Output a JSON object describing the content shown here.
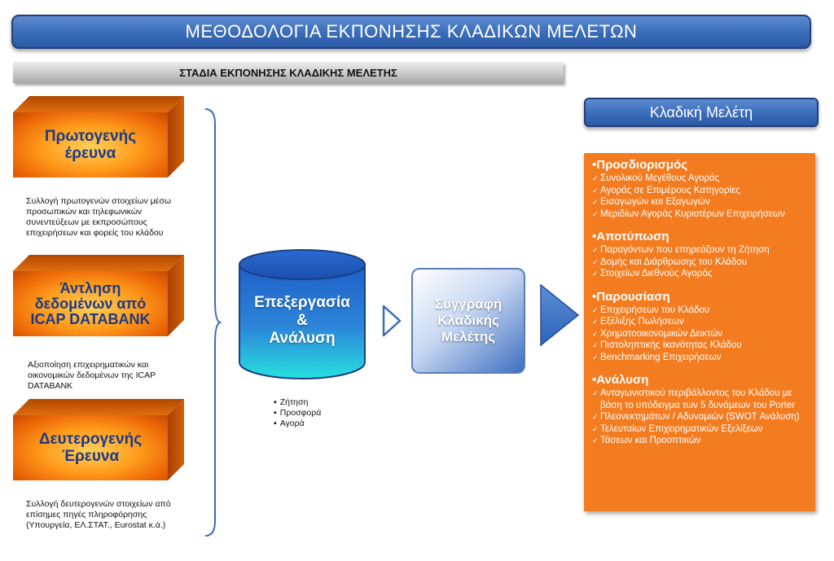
{
  "header": {
    "title": "ΜΕΘΟΔΟΛΟΓΙΑ ΕΚΠΟΝΗΣΗΣ ΚΛΑΔΙΚΩΝ ΜΕΛΕΤΩΝ",
    "stages": "ΣΤΑΔΙΑ ΕΚΠΟΝΗΣΗΣ ΚΛΑΔΙΚΗΣ ΜΕΛΕΤΗΣ"
  },
  "sources": [
    {
      "label": "Πρωτογενής έρευνα",
      "caption": "Συλλογή πρωτογενών στοιχείων μέσω προσωπικών και τηλεφωνικών συνεντεύξεων με εκπροσώπους επιχειρήσεων και φορείς του κλάδου"
    },
    {
      "label": "Άντληση δεδομένων από ICAP DATABANK",
      "caption": "Αξιοποίηση επιχειρηματικών και οικονομικών δεδομένων της ICAP DATABANK"
    },
    {
      "label": "Δευτερογενής Έρευνα",
      "caption": "Συλλογή δευτερογενών στοιχείων από επίσημες πηγές πληροφόρησης (Υπουργεία, ΕΛ.ΣΤΑΤ., Eurostat κ.ά.)"
    }
  ],
  "processing": {
    "label_line1": "Επεξεργασία",
    "label_line2": "&",
    "label_line3": "Ανάλυση",
    "bullets": [
      "Ζήτηση",
      "Προσφορά",
      "Αγορά"
    ]
  },
  "writing": {
    "line1": "Συγγραφή",
    "line2": "Κλαδικής",
    "line3": "Μελέτης"
  },
  "study": {
    "title": "Κλαδική Μελέτη",
    "sections": [
      {
        "head": "Προσδιορισμός",
        "items": [
          "Συνολικού Μεγέθους Αγοράς",
          "Αγοράς σε Επιμέρους Κατηγορίες",
          "Εισαγωγών και Εξαγωγών",
          "Μεριδίων Αγοράς Κυριοτέρων Επιχειρήσεων"
        ]
      },
      {
        "head": "Αποτύπωση",
        "items": [
          "Παραγόντων που επηρεάζουν τη Ζήτηση",
          "Δομής και Διάρθρωσης του Κλάδου",
          "Στοιχείων Διεθνούς Αγοράς"
        ]
      },
      {
        "head": "Παρουσίαση",
        "items": [
          "Επιχειρήσεων του Κλάδου",
          "Εξέλιξης Πωλήσεων",
          "Χρηματοοικονομικών Δεικτών",
          "Πιστοληπτικής Ικανότητας Κλάδου",
          "Benchmarking Επιχειρήσεων"
        ]
      },
      {
        "head": "Ανάλυση",
        "items": [
          "Ανταγωνιστικού περιβάλλοντος του Κλάδου με βάση το υπόδειγμα των 5 δυνάμεων του Porter",
          "Πλεονεκτημάτων / Αδυναμιών (SWOT Ανάλυση)",
          "Τελευταίων Επιχειρηματικών Εξελίξεων",
          "Τάσεων και Προοπτικών"
        ]
      }
    ]
  }
}
